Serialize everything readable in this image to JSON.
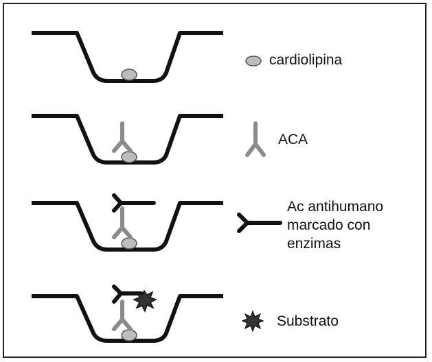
{
  "legend": {
    "cardiolipina": "cardiolipina",
    "aca": "ACA",
    "ac_line1": "Ac antihumano",
    "ac_line2": "marcado con",
    "ac_line3": "enzimas",
    "substrato": "Substrato"
  },
  "colors": {
    "line": "#111111",
    "antigen": "#bdbdbd",
    "antibody": "#8a8a8a",
    "background": "#ffffff"
  },
  "icons": [
    "cardiolipina-icon",
    "aca-antibody-icon",
    "antihuman-antibody-icon",
    "substrato-icon"
  ]
}
